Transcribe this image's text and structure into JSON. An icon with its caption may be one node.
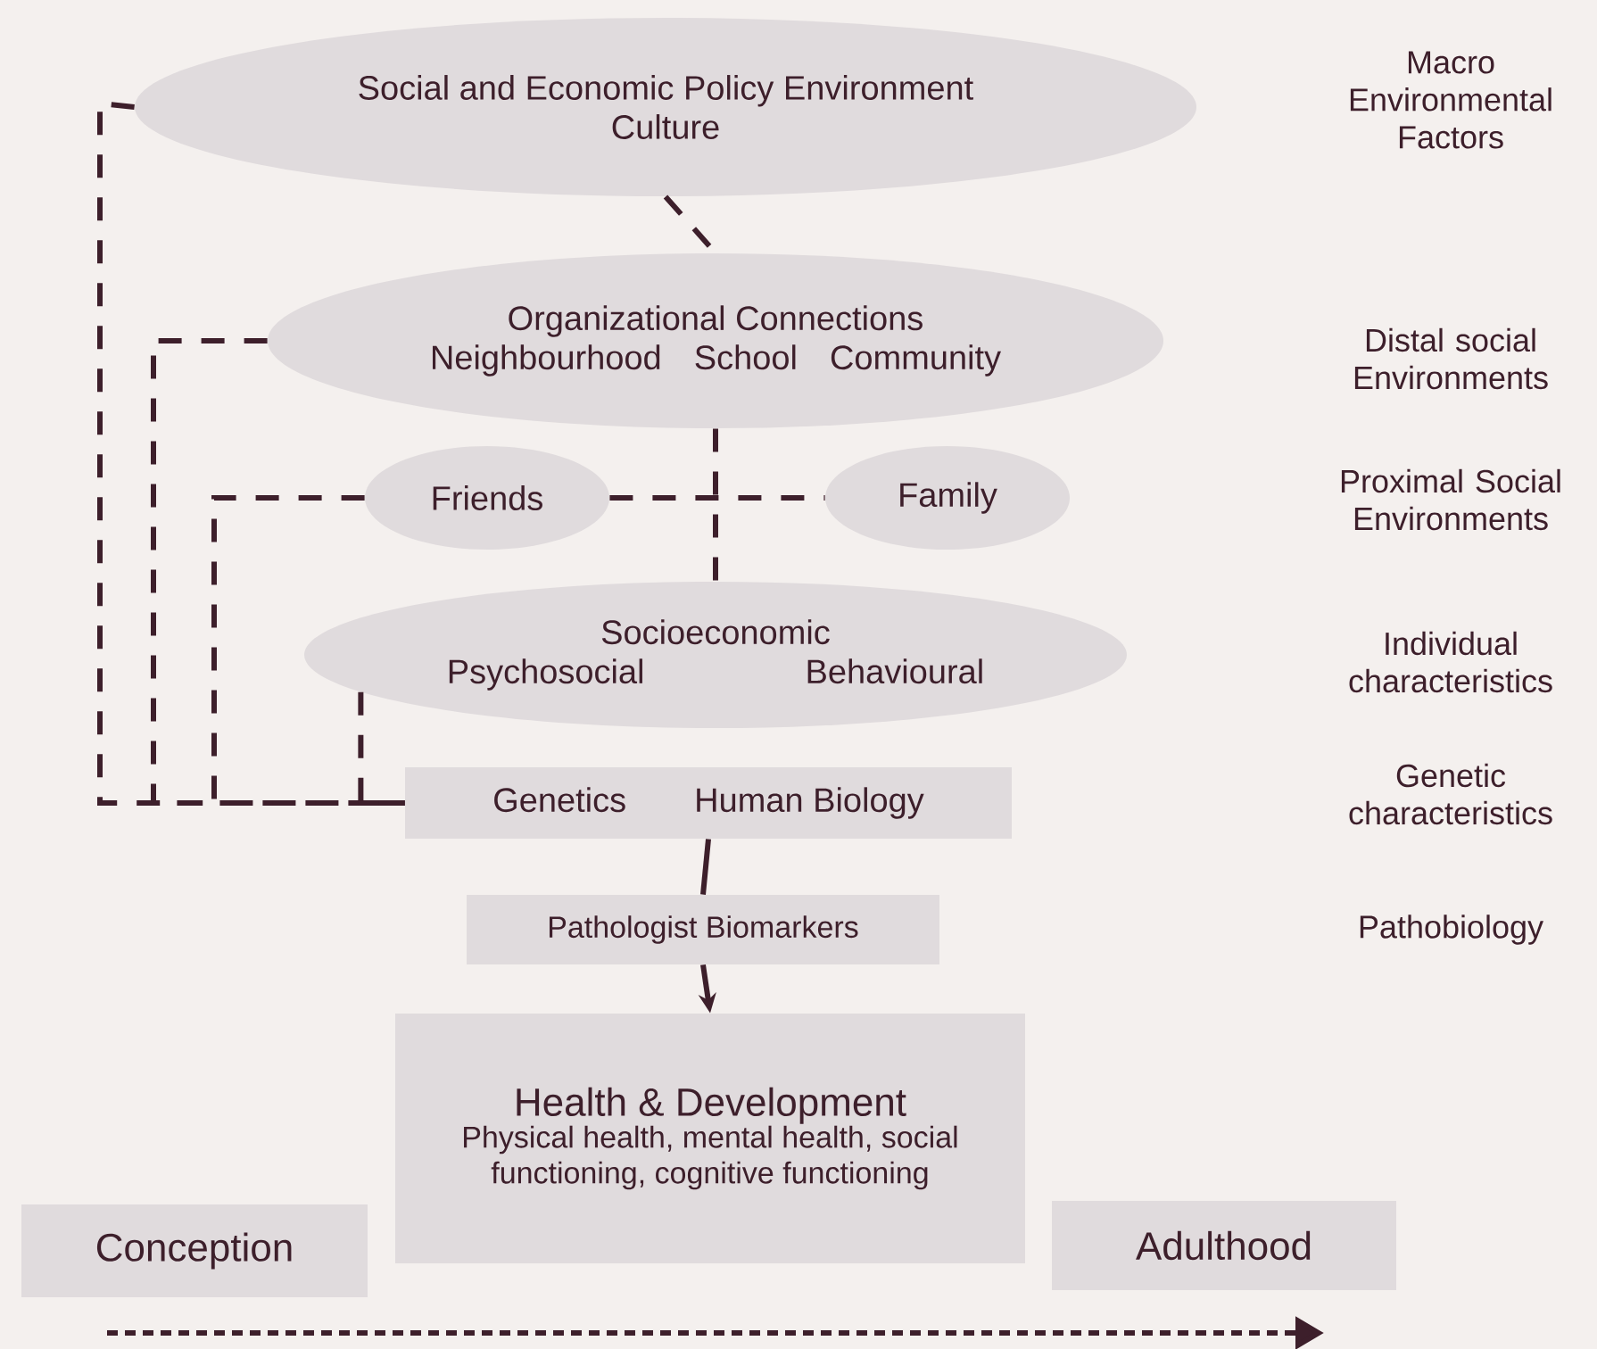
{
  "diagram": {
    "nodes": [
      {
        "text": [
          "Social and Economic Policy Environment",
          "Culture"
        ]
      },
      {
        "text": [
          "Organizational Connections",
          "Neighbourhood",
          "School",
          "Community"
        ]
      },
      {
        "text": [
          "Friends"
        ]
      },
      {
        "text": [
          "Family"
        ]
      },
      {
        "text": [
          "Socioeconomic",
          "Psychosocial",
          "Behavioural"
        ]
      },
      {
        "text": [
          "Genetics",
          "Human Biology"
        ]
      },
      {
        "text": [
          "Pathologist Biomarkers"
        ]
      },
      {
        "text": [
          "Health & Development",
          "Physical health, mental health, social functioning, cognitive functioning"
        ]
      },
      {
        "text": [
          "Conception"
        ]
      },
      {
        "text": [
          "Adulthood"
        ]
      }
    ],
    "edges": [
      {
        "from": 0,
        "to": 1,
        "arrow": "none",
        "style": "dashed"
      },
      {
        "from": 1,
        "to": 4,
        "arrow": "none",
        "style": "dashed"
      },
      {
        "from": 2,
        "to": 3,
        "arrow": "none",
        "style": "dashed"
      },
      {
        "from": 0,
        "to": 5,
        "arrow": "none",
        "style": "dashed"
      },
      {
        "from": 1,
        "to": 5,
        "arrow": "none",
        "style": "dashed"
      },
      {
        "from": 2,
        "to": 5,
        "arrow": "none",
        "style": "dashed"
      },
      {
        "from": 4,
        "to": 5,
        "arrow": "none",
        "style": "dashed"
      },
      {
        "from": 5,
        "to": 6,
        "arrow": "none"
      },
      {
        "from": 6,
        "to": 7,
        "arrow": "to"
      }
    ],
    "labels": [
      "Macro Environmental Factors",
      "Distal social Environments",
      "Proximal Social Environments",
      "Individual characteristics",
      "Genetic characteristics",
      "Pathobiology"
    ]
  }
}
